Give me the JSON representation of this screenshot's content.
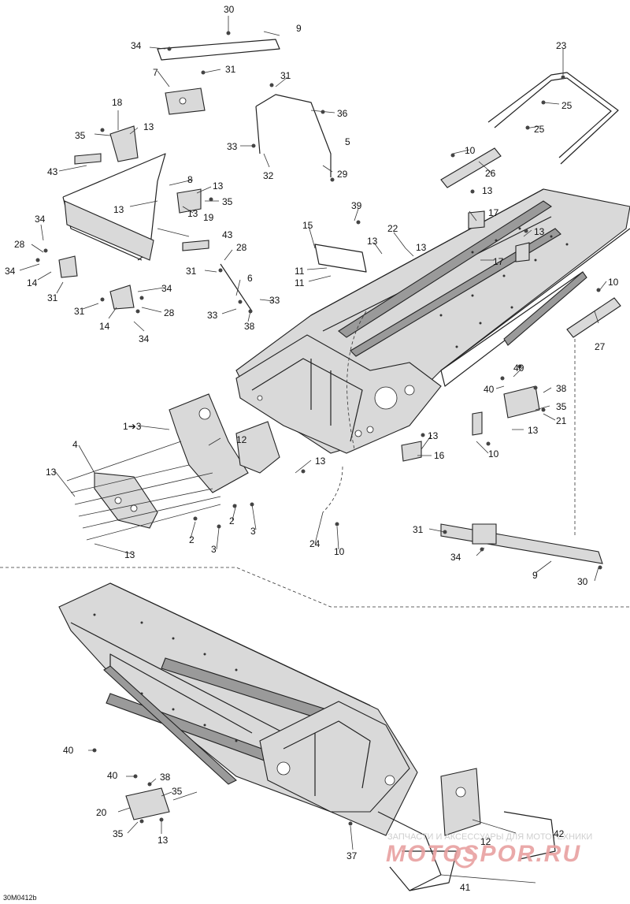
{
  "document_ref": "30M0412b",
  "watermark": {
    "text": "ЗАПЧАСТИ И АКСЕССУАРЫ ДЛЯ МОТОТЕХНИКИ",
    "brand": "MOTOSPOR.RU",
    "brand_color": "#e8a0a0"
  },
  "icons": [
    "gear-icon"
  ],
  "callouts": {
    "c1": "1",
    "c1_arrow": "➔",
    "c1_target": "3",
    "c2": "2",
    "c3": "3",
    "c4": "4",
    "c5": "5",
    "c6": "6",
    "c7": "7",
    "c8": "8",
    "c9": "9",
    "c10": "10",
    "c11": "11",
    "c12": "12",
    "c13": "13",
    "c14": "14",
    "c15": "15",
    "c16": "16",
    "c17": "17",
    "c18": "18",
    "c19": "19",
    "c20": "20",
    "c21": "21",
    "c22": "22",
    "c23": "23",
    "c24": "24",
    "c25": "25",
    "c26": "26",
    "c27": "27",
    "c28": "28",
    "c29": "29",
    "c30": "30",
    "c31": "31",
    "c32": "32",
    "c33": "33",
    "c34": "34",
    "c35": "35",
    "c36": "36",
    "c37": "37",
    "c38": "38",
    "c39": "39",
    "c40": "40",
    "c41": "41",
    "c42": "42",
    "c43": "43"
  }
}
